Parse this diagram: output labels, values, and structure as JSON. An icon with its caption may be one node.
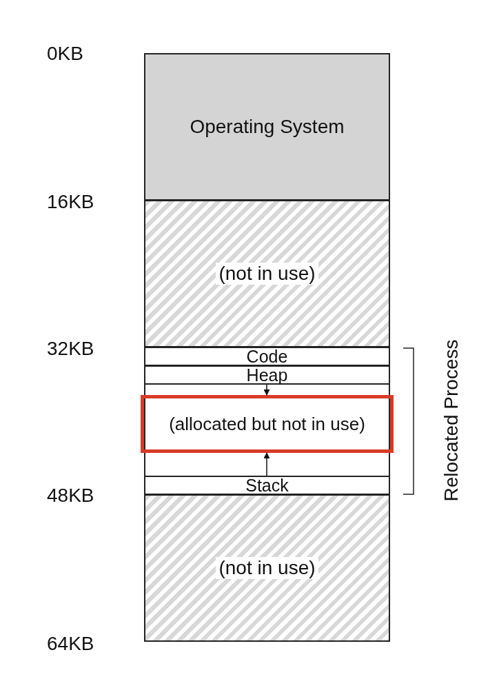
{
  "diagram": {
    "nodes": [
      {
        "text": [
          "Operating System"
        ]
      },
      {
        "text": [
          "(not in use)"
        ]
      },
      {
        "text": [
          "Code"
        ]
      },
      {
        "text": [
          "Heap"
        ]
      },
      {
        "text": [
          "(allocated but not in use)"
        ]
      },
      {
        "text": [
          "Stack"
        ]
      },
      {
        "text": [
          "(not in use)"
        ]
      }
    ],
    "edges": [
      {
        "from": 3,
        "to": 4,
        "arrow": "to"
      },
      {
        "from": 5,
        "to": 4,
        "arrow": "to"
      }
    ],
    "labels": [
      "0KB",
      "16KB",
      "32KB",
      "48KB",
      "64KB",
      "Relocated Process"
    ]
  }
}
